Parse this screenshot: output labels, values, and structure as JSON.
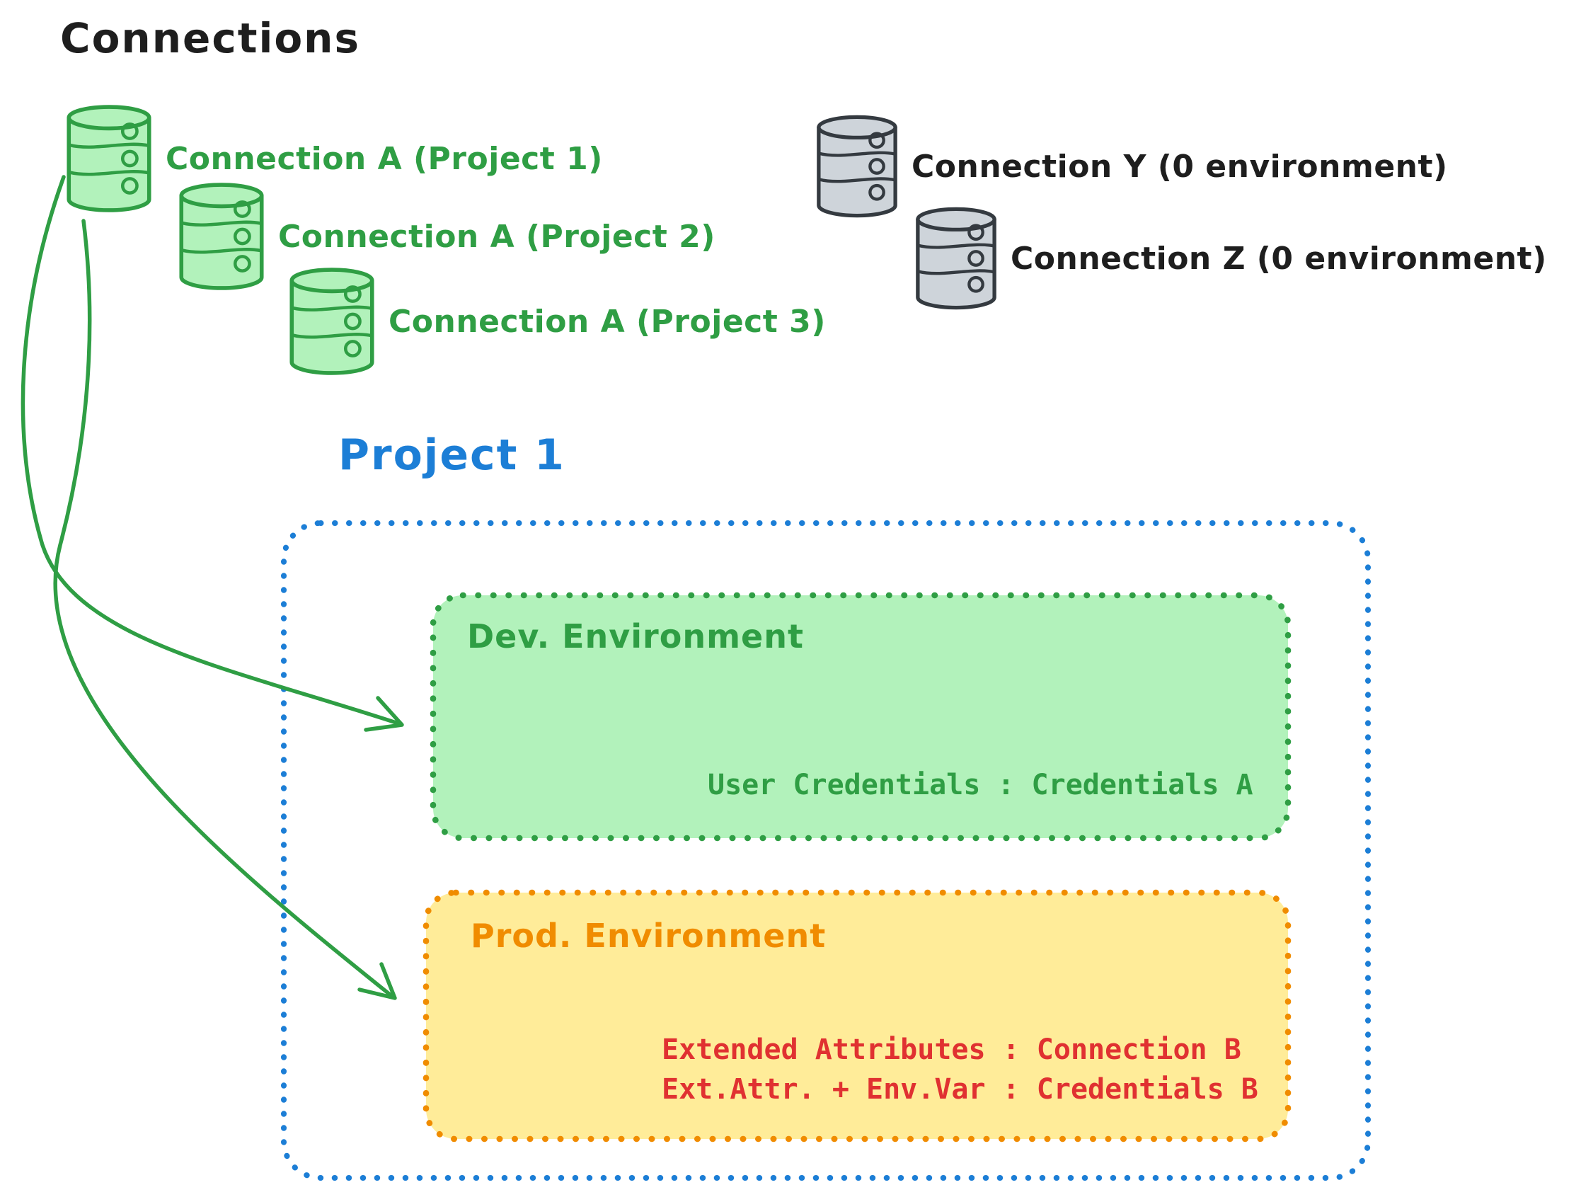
{
  "page": {
    "title": "Connections"
  },
  "colors": {
    "green_stroke": "#2f9e44",
    "green_fill": "#b2f2bb",
    "gray_stroke": "#343a40",
    "gray_fill": "#ced4da",
    "black_text": "#1e1e1e",
    "blue": "#1c7ed6",
    "orange_stroke": "#f08c00",
    "orange_fill": "#ffec99",
    "red": "#e03131"
  },
  "connections": {
    "green": [
      {
        "icon": "database-icon",
        "label": "Connection A (Project 1)"
      },
      {
        "icon": "database-icon",
        "label": "Connection A (Project 2)"
      },
      {
        "icon": "database-icon",
        "label": "Connection A (Project 3)"
      }
    ],
    "gray": [
      {
        "icon": "database-icon",
        "label": "Connection Y (0 environment)"
      },
      {
        "icon": "database-icon",
        "label": "Connection Z (0 environment)"
      }
    ]
  },
  "project": {
    "title": "Project 1",
    "environments": [
      {
        "name": "Dev. Environment",
        "credentials": [
          "User Credentials : Credentials A"
        ]
      },
      {
        "name": "Prod. Environment",
        "credentials": [
          "Extended Attributes : Connection B",
          "Ext.Attr. + Env.Var : Credentials B"
        ]
      }
    ]
  }
}
